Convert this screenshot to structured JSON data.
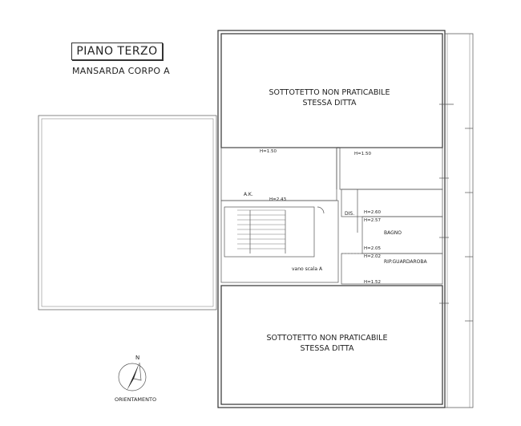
{
  "header": {
    "title": "PIANO TERZO",
    "subtitle": "MANSARDA CORPO A"
  },
  "rooms": {
    "attic_top_line1": "SOTTOTETTO NON PRATICABILE",
    "attic_top_line2": "STESSA DITTA",
    "attic_bottom_line1": "SOTTOTETTO NON PRATICABILE",
    "attic_bottom_line2": "STESSA DITTA",
    "bathroom": "BAGNO",
    "storage": "RIP.GUARDAROBA",
    "stair": "vano scala A",
    "corridor": "A.K.",
    "dis": "DIS."
  },
  "heights": {
    "h1": "H=1.50",
    "h2": "H=1.50",
    "h3": "H=2.43",
    "h4": "H=2.60",
    "h5": "H=2.57",
    "h6": "H=2.05",
    "h7": "H=2.02",
    "h8": "H=1.52"
  },
  "compass": {
    "north": "N",
    "label": "ORIENTAMENTO"
  }
}
